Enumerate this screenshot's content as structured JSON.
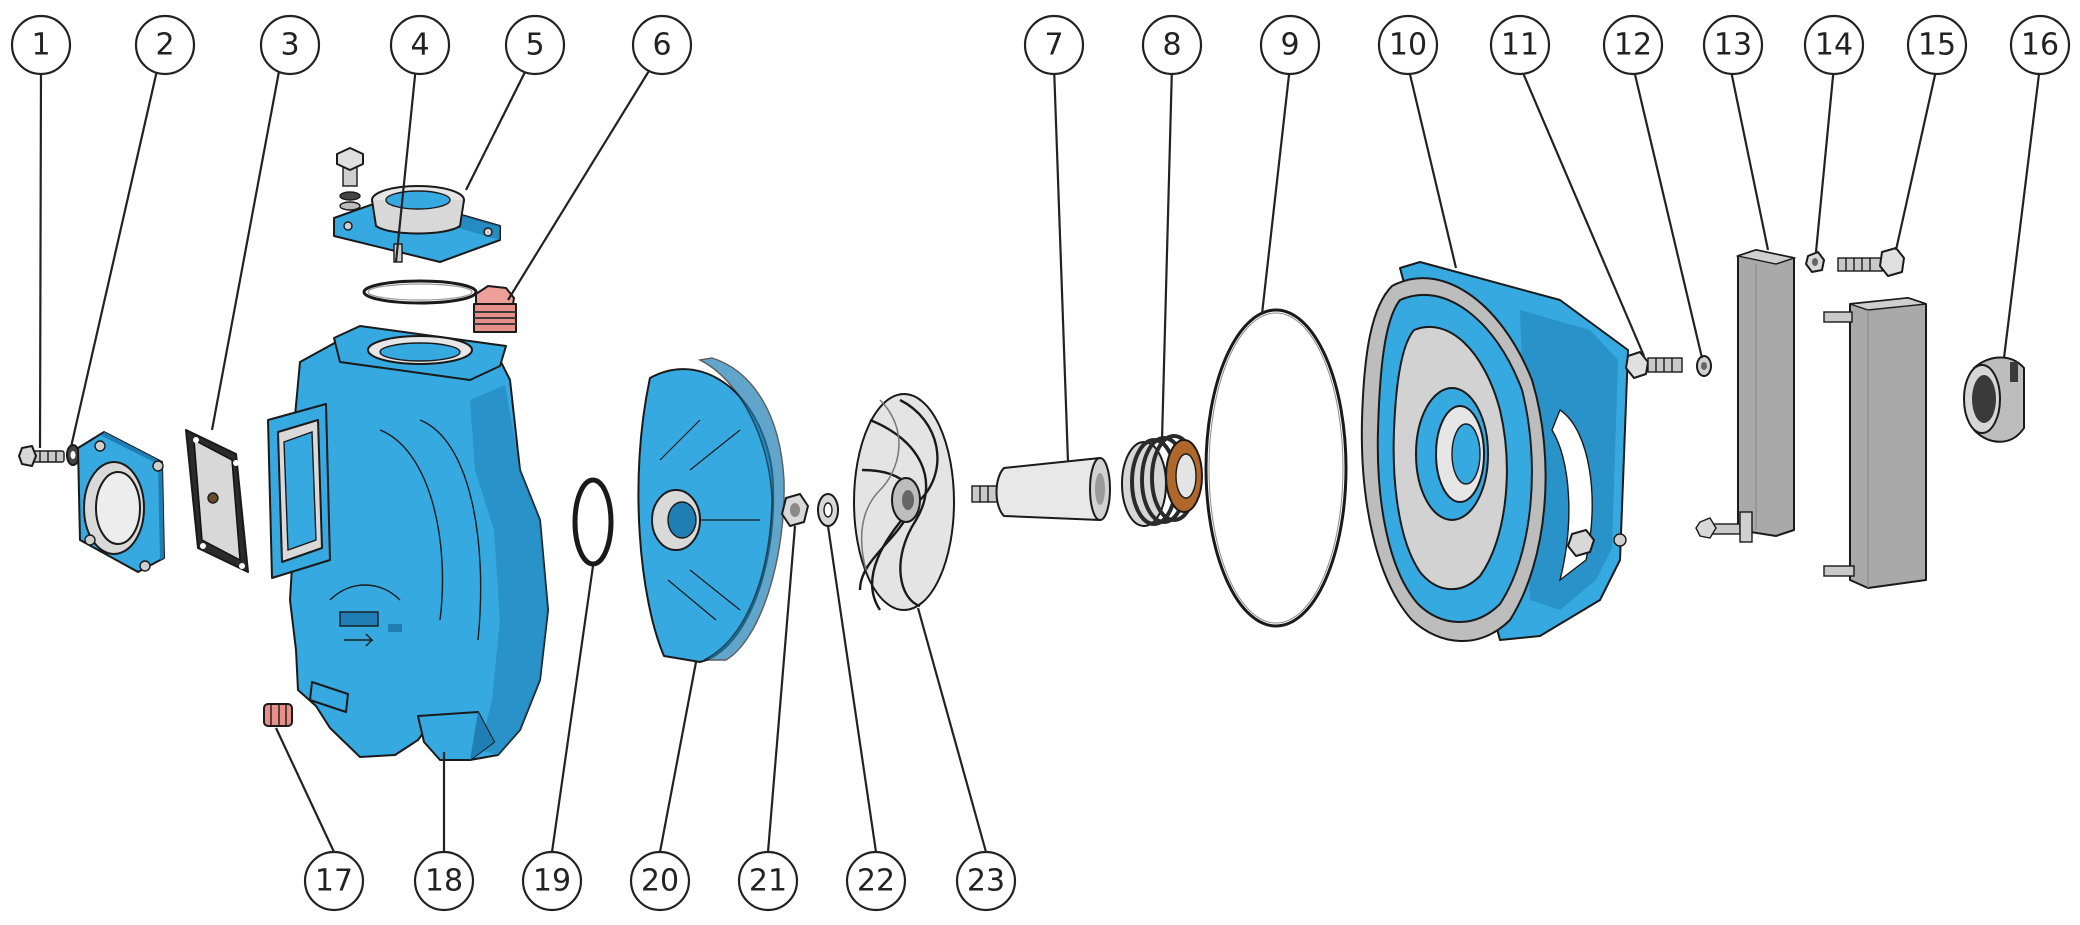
{
  "colors": {
    "casting_blue": "#36a9e1",
    "casting_blue_dark": "#1f7fb4",
    "steel_gray": "#b9b9b9",
    "steel_light": "#e6e6e6",
    "plug_red": "#e7908a",
    "bellows_brown": "#b0672a",
    "gasket_dark": "#2b2b2b"
  },
  "callouts": [
    {
      "id": 1,
      "label": "1"
    },
    {
      "id": 2,
      "label": "2"
    },
    {
      "id": 3,
      "label": "3"
    },
    {
      "id": 4,
      "label": "4"
    },
    {
      "id": 5,
      "label": "5"
    },
    {
      "id": 6,
      "label": "6"
    },
    {
      "id": 7,
      "label": "7"
    },
    {
      "id": 8,
      "label": "8"
    },
    {
      "id": 9,
      "label": "9"
    },
    {
      "id": 10,
      "label": "10"
    },
    {
      "id": 11,
      "label": "11"
    },
    {
      "id": 12,
      "label": "12"
    },
    {
      "id": 13,
      "label": "13"
    },
    {
      "id": 14,
      "label": "14"
    },
    {
      "id": 15,
      "label": "15"
    },
    {
      "id": 16,
      "label": "16"
    },
    {
      "id": 17,
      "label": "17"
    },
    {
      "id": 18,
      "label": "18"
    },
    {
      "id": 19,
      "label": "19"
    },
    {
      "id": 20,
      "label": "20"
    },
    {
      "id": 21,
      "label": "21"
    },
    {
      "id": 22,
      "label": "22"
    },
    {
      "id": 23,
      "label": "23"
    }
  ]
}
